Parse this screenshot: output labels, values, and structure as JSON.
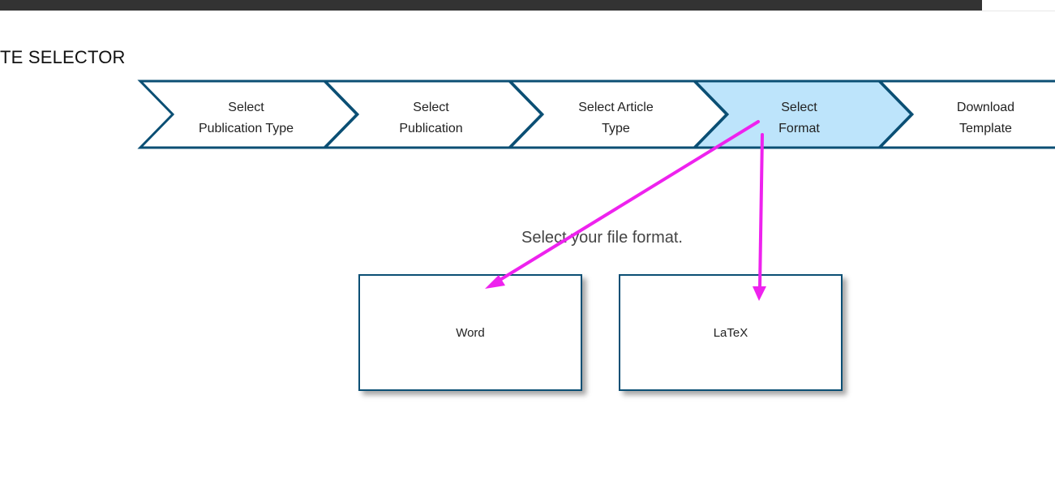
{
  "header": {
    "title": "TE SELECTOR"
  },
  "steps": [
    {
      "label": "Select\nPublication Type",
      "active": false
    },
    {
      "label": "Select\nPublication",
      "active": false
    },
    {
      "label": "Select Article\nType",
      "active": false
    },
    {
      "label": "Select\nFormat",
      "active": true
    },
    {
      "label": "Download\nTemplate",
      "active": false
    }
  ],
  "main": {
    "prompt": "Select your file format.",
    "formats": [
      {
        "label": "Word"
      },
      {
        "label": "LaTeX"
      }
    ]
  },
  "colors": {
    "step_border": "#0b4f74",
    "step_active_fill": "#bde4fb",
    "annotation_arrow": "#ee22ee",
    "top_bar": "#333333"
  }
}
